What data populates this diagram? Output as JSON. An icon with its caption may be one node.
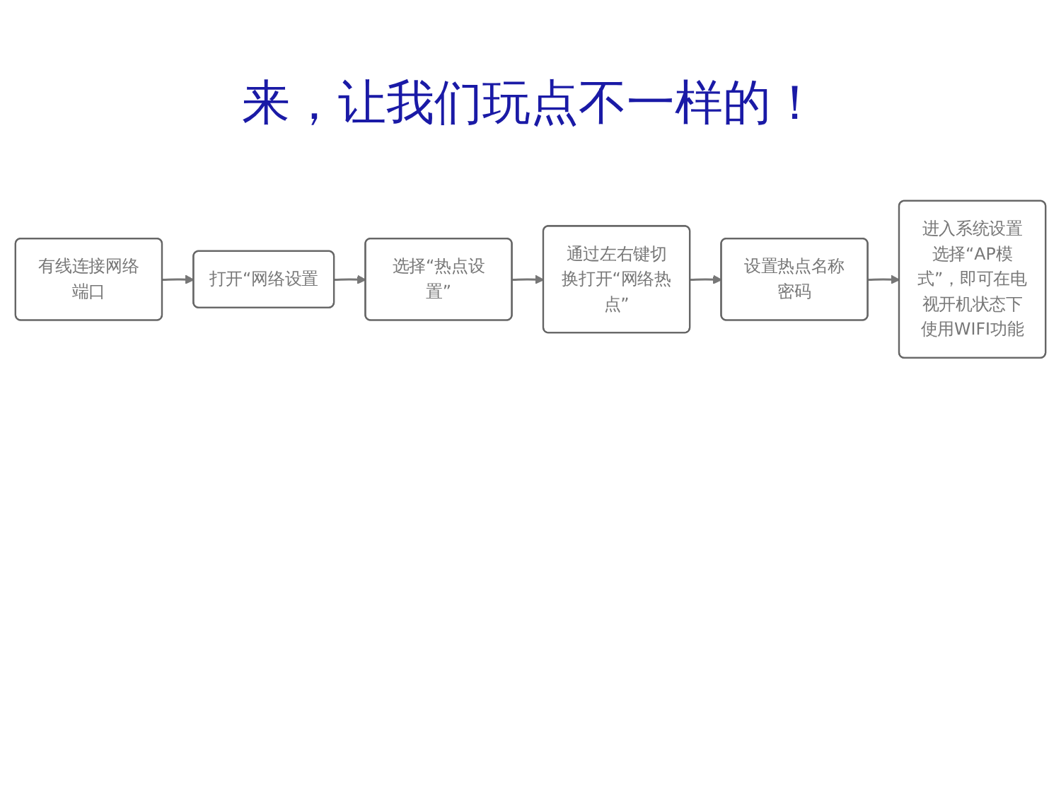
{
  "diagram": {
    "title": "来，让我们玩点不一样的！",
    "nodes": [
      {
        "text": [
          "有线连接网络端口"
        ]
      },
      {
        "text": [
          "打开“网络设置"
        ]
      },
      {
        "text": [
          "选择“热点设置”"
        ]
      },
      {
        "text": [
          "通过左右键切换打开“网络热点”"
        ]
      },
      {
        "text": [
          "设置热点名称密码"
        ]
      },
      {
        "text": [
          "进入系统设置选择“AP模式”，即可在电视开机状态下使用WIFI功能"
        ]
      }
    ],
    "edges": [
      {
        "from": 0,
        "to": 1,
        "arrow": "to"
      },
      {
        "from": 1,
        "to": 2,
        "arrow": "to"
      },
      {
        "from": 2,
        "to": 3,
        "arrow": "to"
      },
      {
        "from": 3,
        "to": 4,
        "arrow": "to"
      },
      {
        "from": 4,
        "to": 5,
        "arrow": "to"
      }
    ]
  }
}
